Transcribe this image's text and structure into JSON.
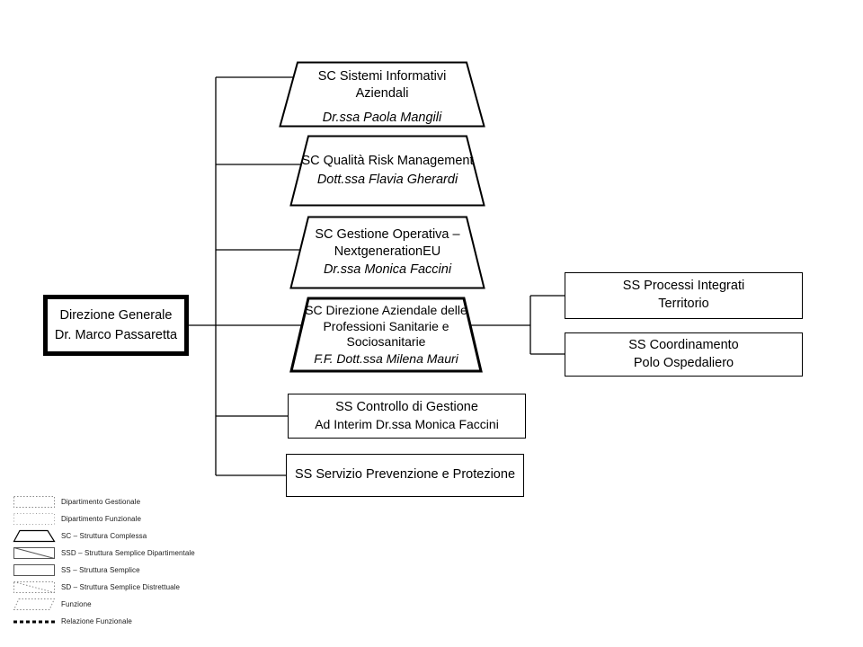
{
  "colors": {
    "line": "#000000",
    "background": "#ffffff"
  },
  "root": {
    "title": "Direzione Generale",
    "person": "Dr. Marco Passaretta"
  },
  "sc_nodes": [
    {
      "lines": [
        "SC Sistemi Informativi",
        "Aziendali"
      ],
      "person": "Dr.ssa Paola Mangili"
    },
    {
      "lines": [
        "SC Qualità Risk Management"
      ],
      "person": "Dott.ssa Flavia Gherardi"
    },
    {
      "lines": [
        "SC Gestione Operativa –",
        "NextgenerationEU"
      ],
      "person": "Dr.ssa Monica Faccini"
    },
    {
      "lines": [
        "SC Direzione Aziendale delle",
        "Professioni Sanitarie e",
        "Sociosanitarie"
      ],
      "person": "F.F. Dott.ssa Milena Mauri"
    }
  ],
  "ss_nodes": [
    {
      "lines": [
        "SS Controllo di Gestione",
        "Ad Interim Dr.ssa Monica Faccini"
      ]
    },
    {
      "lines": [
        "SS Servizio Prevenzione e Protezione"
      ]
    },
    {
      "lines": [
        "SS Processi Integrati",
        "Territorio"
      ]
    },
    {
      "lines": [
        "SS Coordinamento",
        "Polo Ospedaliero"
      ]
    }
  ],
  "legend": {
    "items": [
      {
        "shape": "rect-dotted",
        "label": "Dipartimento Gestionale"
      },
      {
        "shape": "rect-dotted",
        "label": "Dipartimento Funzionale"
      },
      {
        "shape": "trapezoid",
        "label": "SC – Struttura Complessa"
      },
      {
        "shape": "rect-diagonal",
        "label": "SSD – Struttura Semplice Dipartimentale"
      },
      {
        "shape": "rect",
        "label": "SS – Struttura Semplice"
      },
      {
        "shape": "rect-diagonal-dotted",
        "label": "SD – Struttura Semplice Distrettuale"
      },
      {
        "shape": "parallelogram-dotted",
        "label": "Funzione"
      },
      {
        "shape": "dashed-line",
        "label": "Relazione Funzionale"
      }
    ]
  }
}
